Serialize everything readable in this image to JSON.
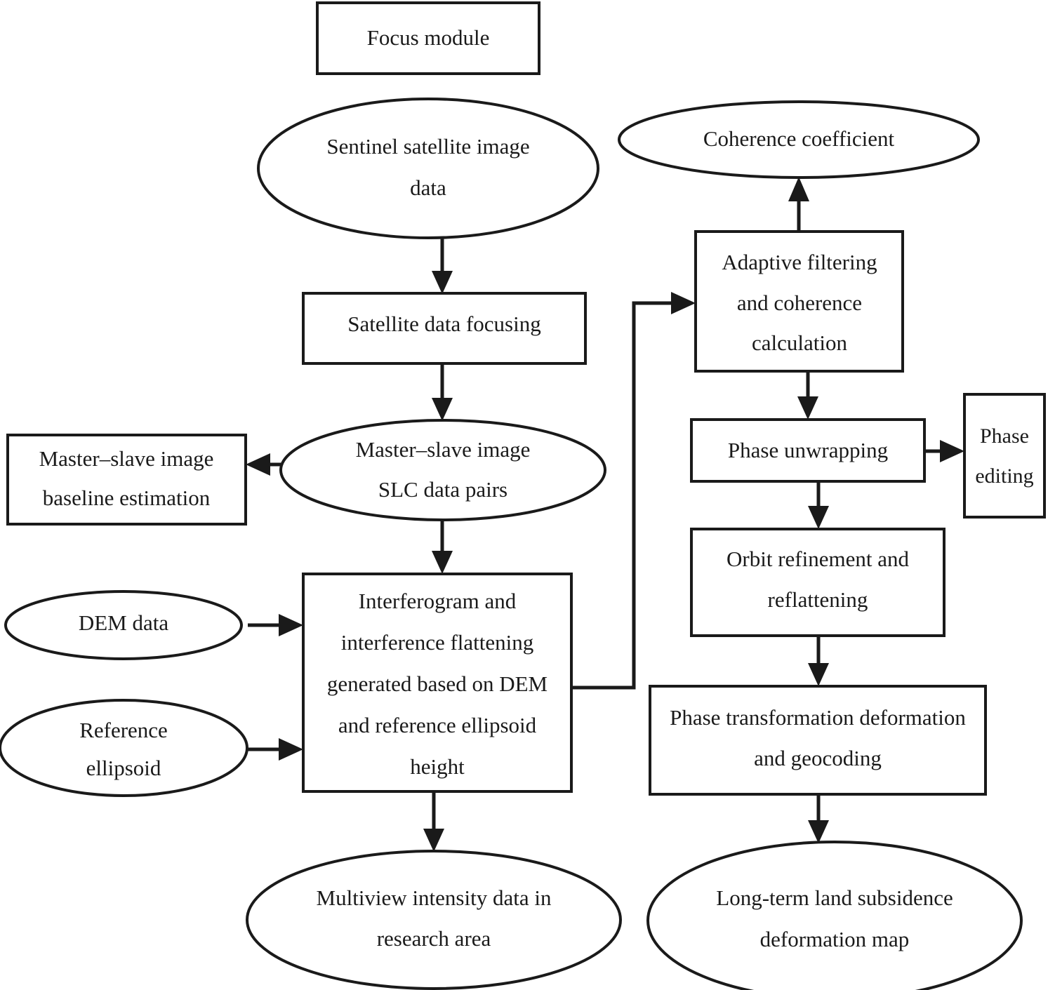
{
  "diagram": {
    "type": "flowchart",
    "title": "InSAR land subsidence processing workflow",
    "stroke_color": "#1a1a1a",
    "fill_color": "#ffffff",
    "background": "#ffffff",
    "nodes": {
      "focus_module": {
        "label": "Focus module",
        "shape": "rectangle"
      },
      "sentinel_data": {
        "line1": "Sentinel satellite image",
        "line2": "data",
        "shape": "ellipse"
      },
      "satellite_focusing": {
        "label": "Satellite data focusing",
        "shape": "rectangle"
      },
      "slc_pairs": {
        "line1": "Master–slave image",
        "line2": "SLC data pairs",
        "shape": "ellipse"
      },
      "baseline_estimation": {
        "line1": "Master–slave image",
        "line2": "baseline estimation",
        "shape": "rectangle"
      },
      "dem_data": {
        "label": "DEM data",
        "shape": "ellipse"
      },
      "reference_ellipsoid": {
        "line1": "Reference",
        "line2": "ellipsoid",
        "shape": "ellipse"
      },
      "interferogram": {
        "line1": "Interferogram and",
        "line2": "interference flattening",
        "line3": "generated based on DEM",
        "line4": "and reference ellipsoid",
        "line5": "height",
        "shape": "rectangle"
      },
      "multiview_intensity": {
        "line1": "Multiview intensity data in",
        "line2": "research area",
        "shape": "ellipse"
      },
      "coherence_coefficient": {
        "label": "Coherence coefficient",
        "shape": "ellipse"
      },
      "adaptive_filtering": {
        "line1": "Adaptive filtering",
        "line2": "and coherence",
        "line3": "calculation",
        "shape": "rectangle"
      },
      "phase_unwrapping": {
        "label": "Phase unwrapping",
        "shape": "rectangle"
      },
      "phase_editing": {
        "line1": "Phase",
        "line2": "editing",
        "shape": "rectangle"
      },
      "orbit_refinement": {
        "line1": "Orbit refinement and",
        "line2": "reflattening",
        "shape": "rectangle"
      },
      "phase_transformation": {
        "line1": "Phase transformation deformation",
        "line2": "and geocoding",
        "shape": "rectangle"
      },
      "subsidence_map": {
        "line1": "Long-term land subsidence",
        "line2": "deformation map",
        "shape": "ellipse"
      }
    },
    "edges": [
      {
        "from": "sentinel_data",
        "to": "satellite_focusing",
        "style": "straight-down"
      },
      {
        "from": "satellite_focusing",
        "to": "slc_pairs",
        "style": "straight-down"
      },
      {
        "from": "slc_pairs",
        "to": "baseline_estimation",
        "style": "straight-left"
      },
      {
        "from": "slc_pairs",
        "to": "interferogram",
        "style": "straight-down"
      },
      {
        "from": "dem_data",
        "to": "interferogram",
        "style": "straight-right"
      },
      {
        "from": "reference_ellipsoid",
        "to": "interferogram",
        "style": "straight-right"
      },
      {
        "from": "interferogram",
        "to": "multiview_intensity",
        "style": "straight-down"
      },
      {
        "from": "interferogram",
        "to": "adaptive_filtering",
        "style": "elbow-right-up-right"
      },
      {
        "from": "adaptive_filtering",
        "to": "coherence_coefficient",
        "style": "straight-up"
      },
      {
        "from": "adaptive_filtering",
        "to": "phase_unwrapping",
        "style": "straight-down"
      },
      {
        "from": "phase_unwrapping",
        "to": "phase_editing",
        "style": "straight-right"
      },
      {
        "from": "phase_unwrapping",
        "to": "orbit_refinement",
        "style": "straight-down"
      },
      {
        "from": "orbit_refinement",
        "to": "phase_transformation",
        "style": "straight-down"
      },
      {
        "from": "phase_transformation",
        "to": "subsidence_map",
        "style": "straight-down"
      }
    ]
  }
}
